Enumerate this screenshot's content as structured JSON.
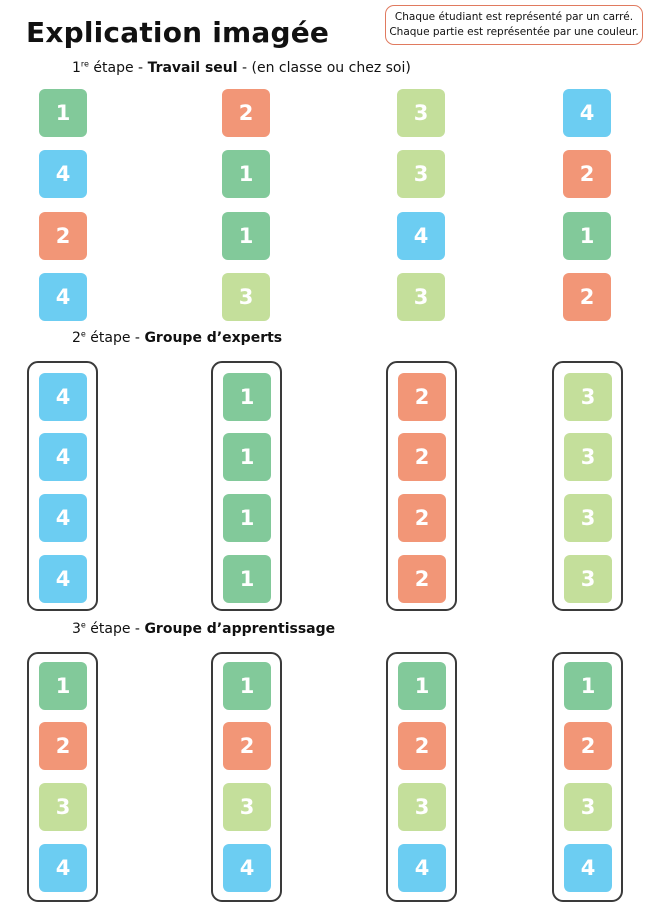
{
  "title": "Explication imagée",
  "note": {
    "line1": "Chaque étudiant est représenté par un carré.",
    "line2": "Chaque partie est représentée par une couleur."
  },
  "steps": [
    {
      "num": "1",
      "sup": "re",
      "label": " étape - ",
      "bold": "Travail seul",
      "rest": " - (en classe ou chez soi)"
    },
    {
      "num": "2",
      "sup": "e",
      "label": " étape - ",
      "bold": "Groupe d’experts",
      "rest": ""
    },
    {
      "num": "3",
      "sup": "e",
      "label": " étape - ",
      "bold": "Groupe d’apprentissage",
      "rest": ""
    }
  ],
  "colors": {
    "1": "#82c99a",
    "2": "#f29677",
    "3": "#c4df9b",
    "4": "#6ccdf2"
  },
  "step1_grid": [
    [
      "1",
      "2",
      "3",
      "4"
    ],
    [
      "4",
      "1",
      "3",
      "2"
    ],
    [
      "2",
      "1",
      "4",
      "1"
    ],
    [
      "4",
      "3",
      "3",
      "2"
    ]
  ],
  "step2_groups": [
    [
      "4",
      "4",
      "4",
      "4"
    ],
    [
      "1",
      "1",
      "1",
      "1"
    ],
    [
      "2",
      "2",
      "2",
      "2"
    ],
    [
      "3",
      "3",
      "3",
      "3"
    ]
  ],
  "step3_groups": [
    [
      "1",
      "2",
      "3",
      "4"
    ],
    [
      "1",
      "2",
      "3",
      "4"
    ],
    [
      "1",
      "2",
      "3",
      "4"
    ],
    [
      "1",
      "2",
      "3",
      "4"
    ]
  ]
}
